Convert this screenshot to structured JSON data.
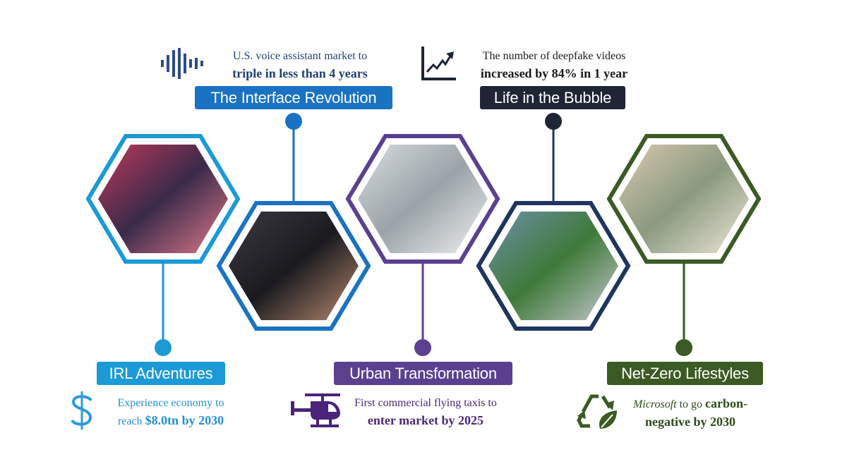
{
  "colors": {
    "irl": "#1b9ad6",
    "interface": "#1a72c2",
    "urban": "#5b4090",
    "bubble": "#1e2534",
    "netzero": "#3c5a24",
    "bubble_hex": "#1f3560"
  },
  "themes": [
    {
      "label": "IRL Adventures",
      "stat_line1": "Experience economy to",
      "stat_line2_prefix": "reach ",
      "stat_line2_bold": "$8.0tn by 2030",
      "icon": "dollar-icon"
    },
    {
      "label": "The Interface Revolution",
      "stat_line1": "U.S. voice assistant market to",
      "stat_line2": "triple in less than 4 years",
      "icon": "soundwave-icon"
    },
    {
      "label": "Urban Transformation",
      "stat_line1": "First commercial flying taxis to",
      "stat_line2": "enter market by 2025",
      "icon": "helicopter-icon"
    },
    {
      "label": "Life in the Bubble",
      "stat_line1": "The number of deepfake videos",
      "stat_line2": "increased by 84% in 1 year",
      "icon": "trend-chart-icon"
    },
    {
      "label": "Net-Zero Lifestyles",
      "stat_line1_italic": "Microsoft",
      "stat_line1_rest": " to go ",
      "stat_line1_bold": "carbon-",
      "stat_line2": "negative by 2030",
      "icon": "recycle-leaf-icon"
    }
  ]
}
